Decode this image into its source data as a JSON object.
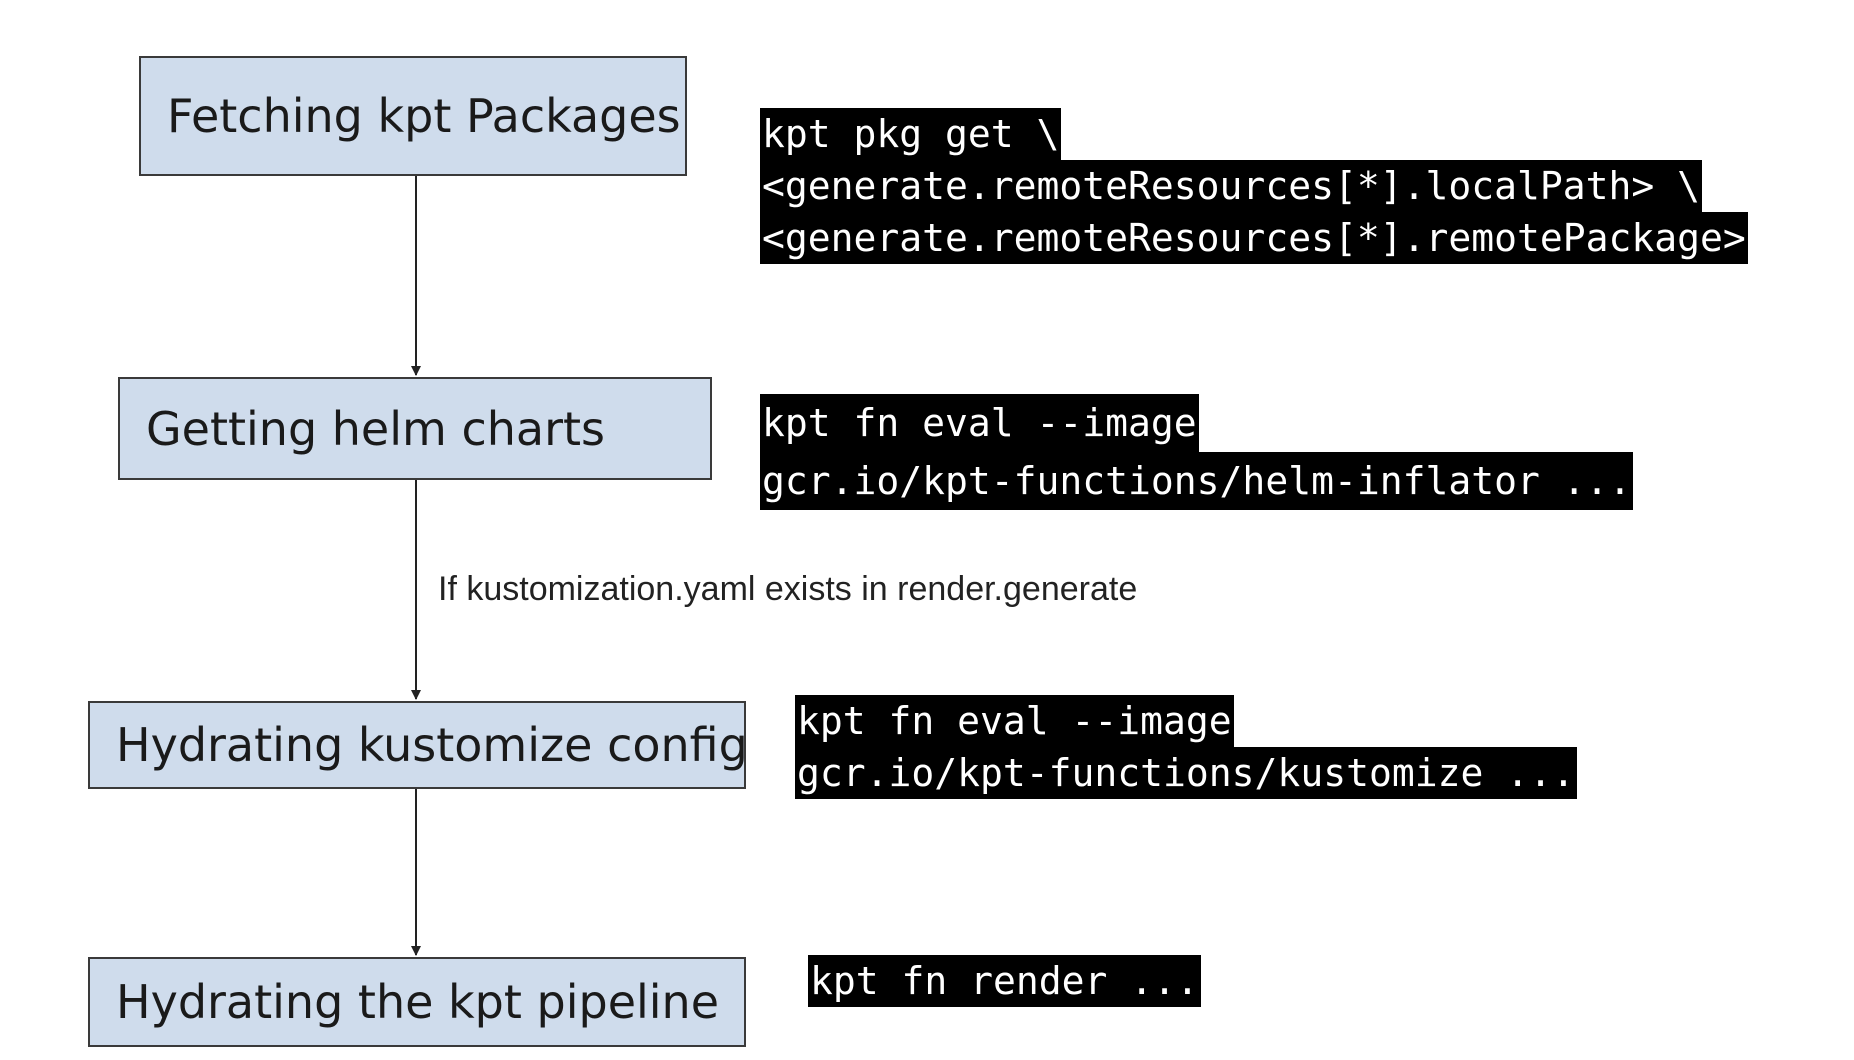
{
  "steps": [
    {
      "label": "Fetching kpt Packages"
    },
    {
      "label": "Getting helm charts"
    },
    {
      "label": "Hydrating kustomize config"
    },
    {
      "label": "Hydrating the kpt pipeline"
    }
  ],
  "commands": [
    {
      "lines": [
        "kpt pkg get \\",
        "<generate.remoteResources[*].localPath> \\",
        "<generate.remoteResources[*].remotePackage>"
      ]
    },
    {
      "lines": [
        "kpt fn eval --image",
        "gcr.io/kpt-functions/helm-inflator ..."
      ]
    },
    {
      "lines": [
        "kpt fn eval --image",
        "gcr.io/kpt-functions/kustomize ..."
      ]
    },
    {
      "lines": [
        "kpt fn render ..."
      ]
    }
  ],
  "connectors": [
    {
      "from": "Fetching kpt Packages",
      "to": "Getting helm charts",
      "label": ""
    },
    {
      "from": "Getting helm charts",
      "to": "Hydrating kustomize config",
      "label": "If kustomization.yaml exists in render.generate"
    },
    {
      "from": "Hydrating kustomize config",
      "to": "Hydrating the kpt pipeline",
      "label": ""
    }
  ],
  "colors": {
    "step_fill": "#cfdcec",
    "step_border": "#3a3a3a",
    "code_bg": "#000000",
    "code_fg": "#ffffff"
  }
}
